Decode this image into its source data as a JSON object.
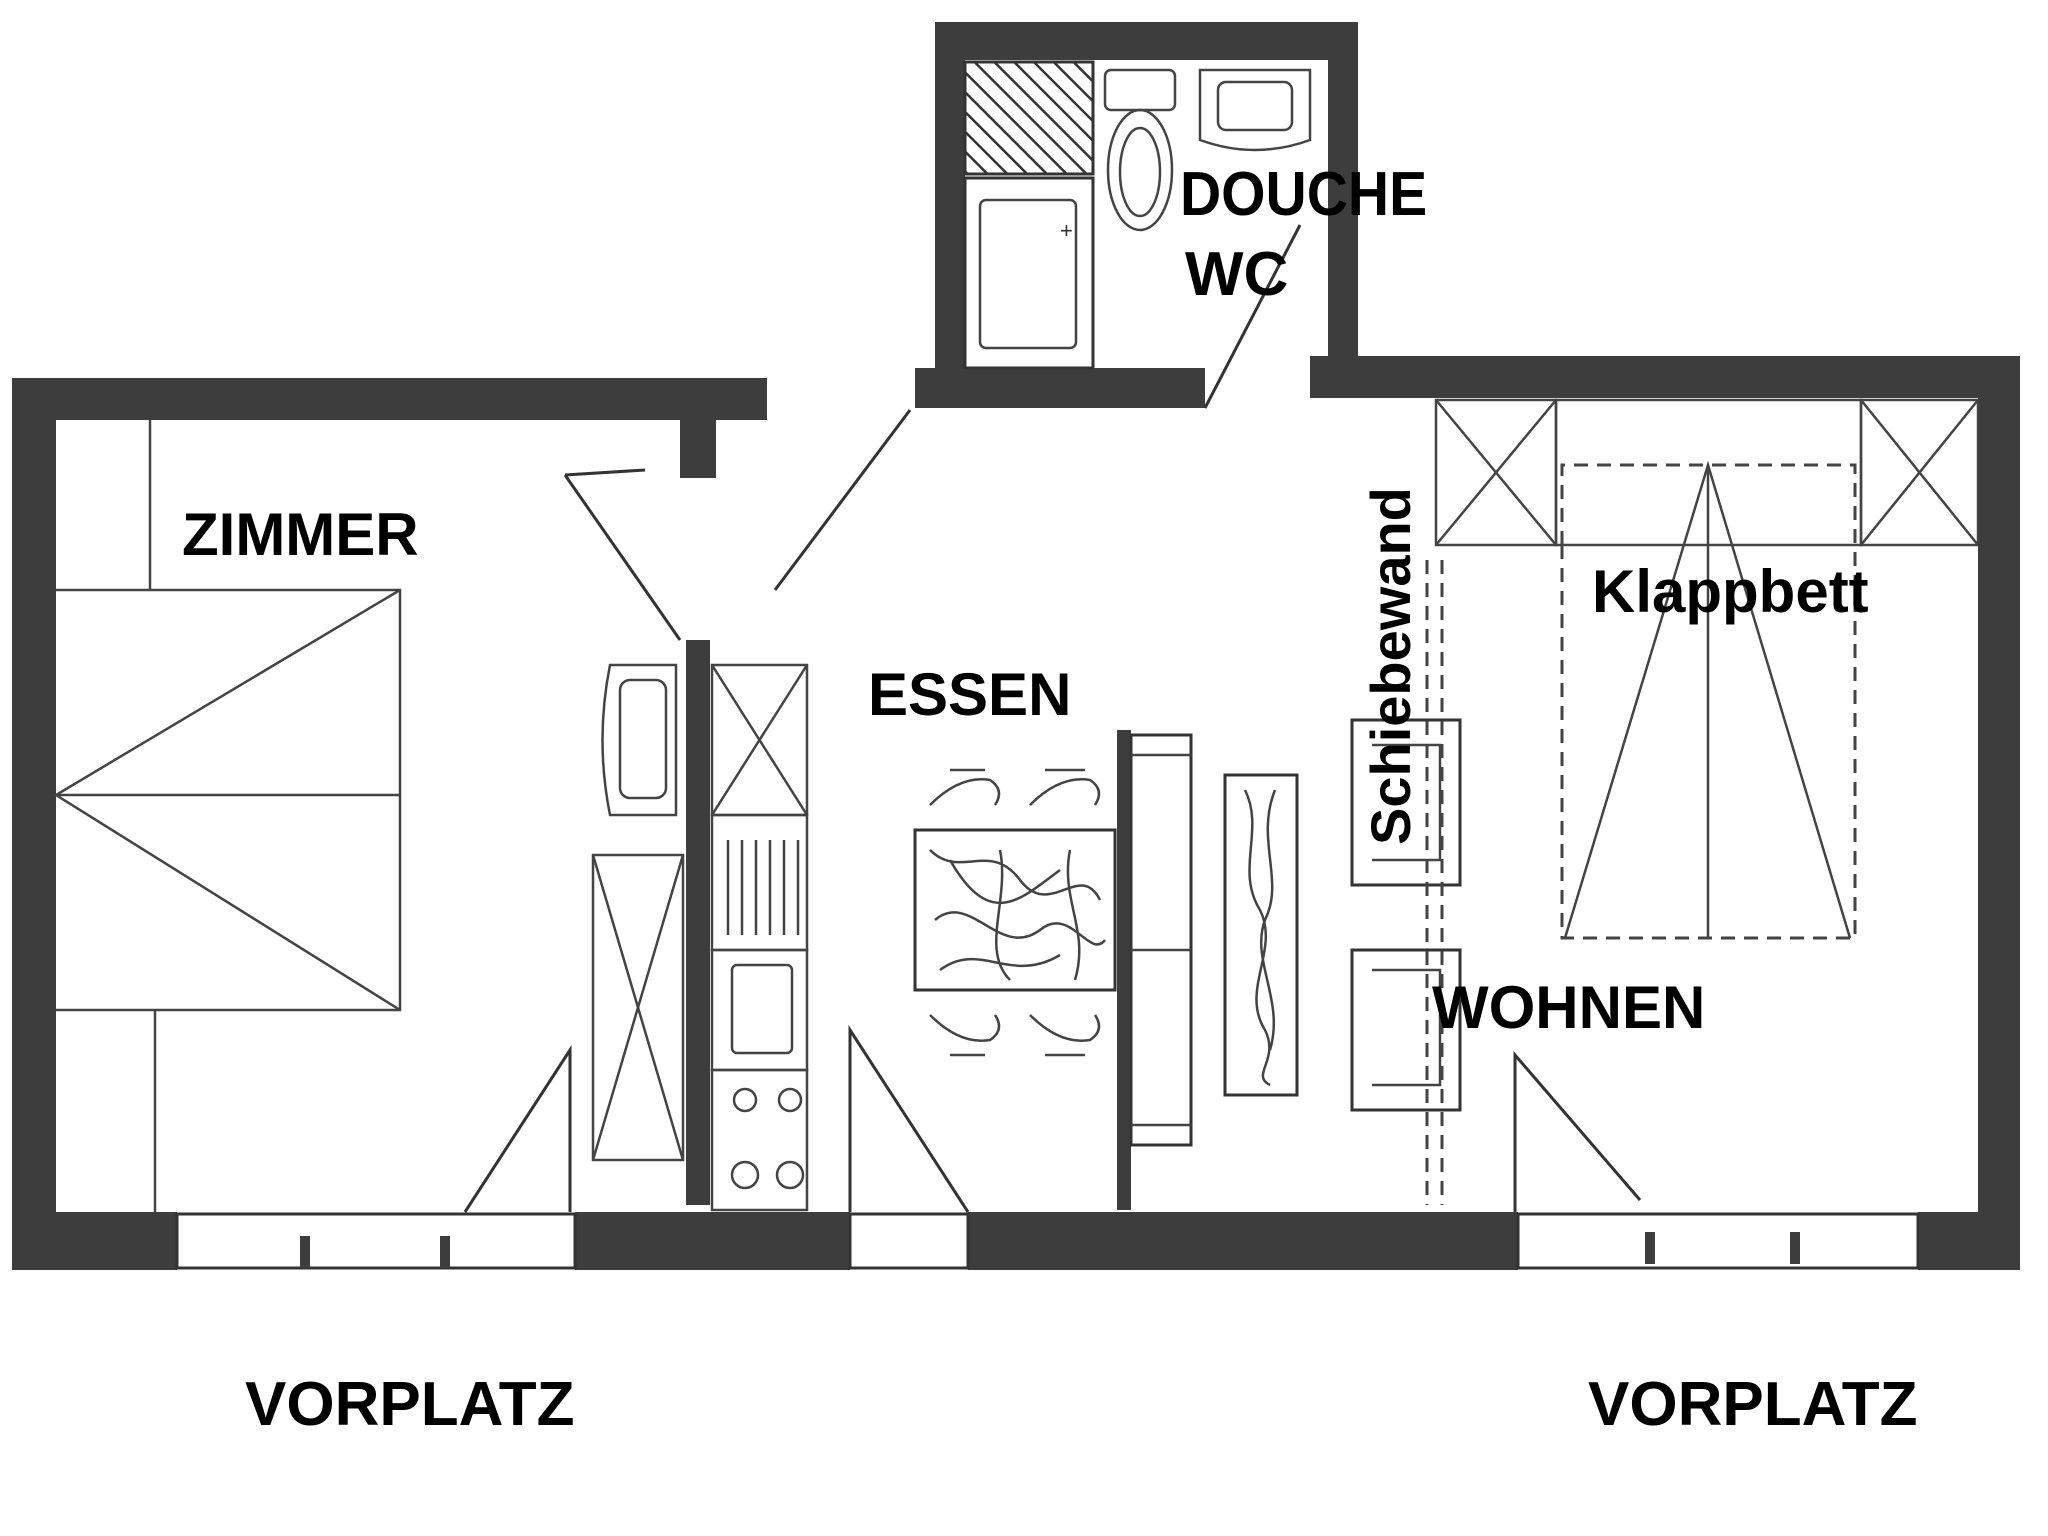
{
  "plan": {
    "rooms": {
      "douche": "DOUCHE",
      "wc": "WC",
      "zimmer": "ZIMMER",
      "essen": "ESSEN",
      "wohnen": "WOHNEN",
      "klappbett": "Klappbett",
      "schiebewand": "Schiebewand"
    },
    "outside": {
      "left": "VORPLATZ",
      "right": "VORPLATZ"
    }
  }
}
